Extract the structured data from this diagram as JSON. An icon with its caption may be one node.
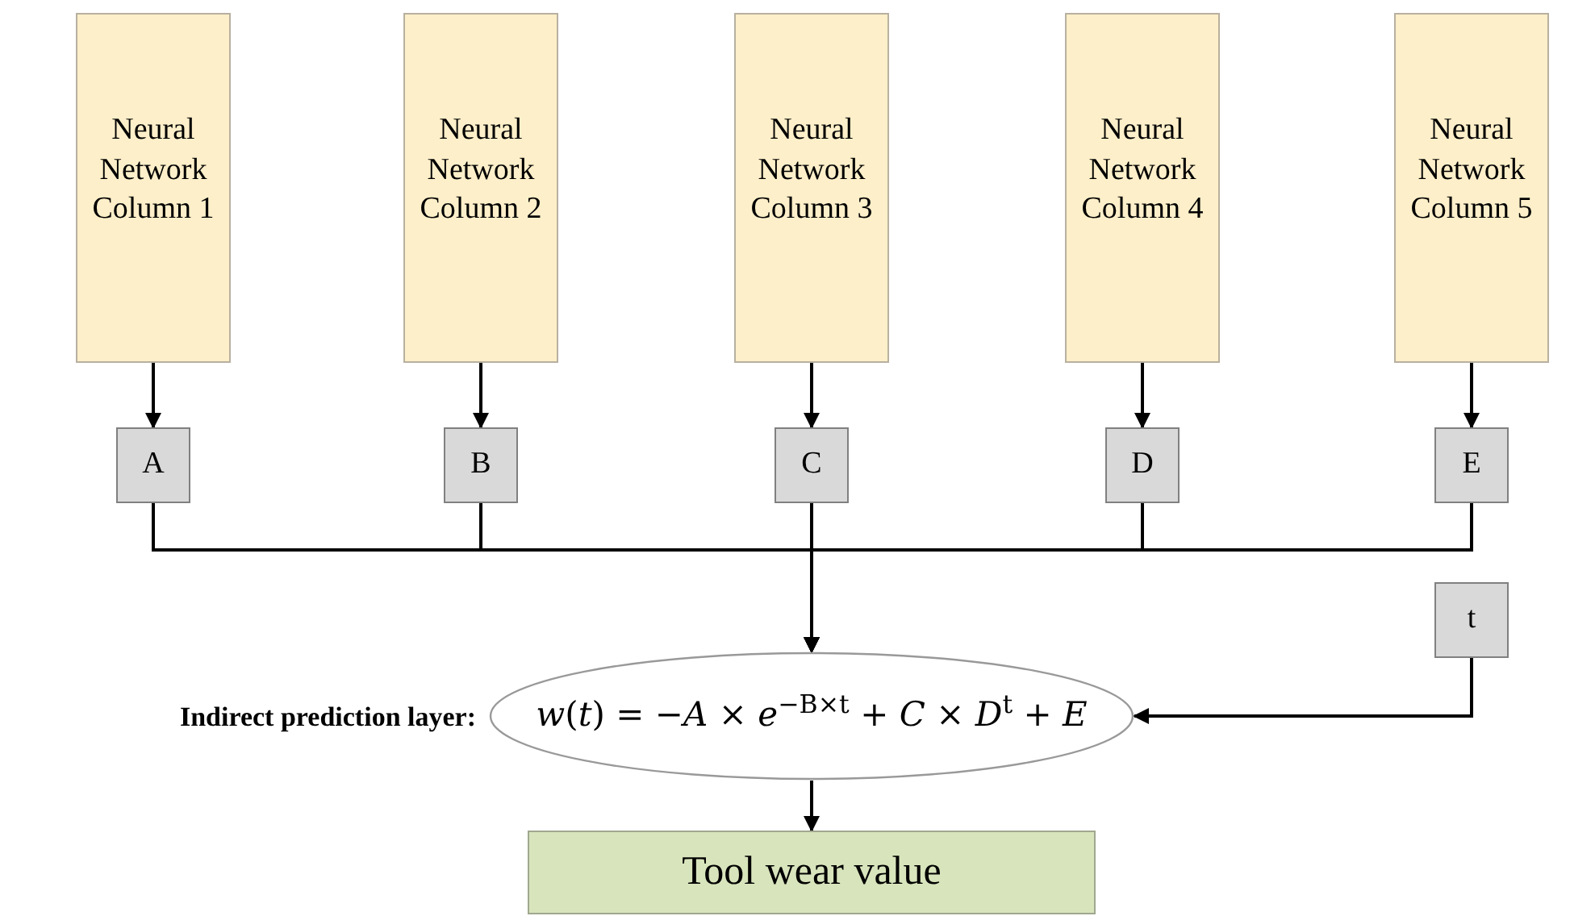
{
  "diagram": {
    "nodes": [
      {
        "text": [
          "Neural Network Column 1"
        ]
      },
      {
        "text": [
          "Neural Network Column 2"
        ]
      },
      {
        "text": [
          "Neural Network Column 3"
        ]
      },
      {
        "text": [
          "Neural Network Column 4"
        ]
      },
      {
        "text": [
          "Neural Network Column 5"
        ]
      },
      {
        "text": [
          "A"
        ]
      },
      {
        "text": [
          "B"
        ]
      },
      {
        "text": [
          "C"
        ]
      },
      {
        "text": [
          "D"
        ]
      },
      {
        "text": [
          "E"
        ]
      },
      {
        "text": [
          "t"
        ]
      },
      {
        "text": [
          "*w*(*t*) = −*A* × *e*$^{−B×t}$ + *C* × *D*$^{t}$ + *E*"
        ],
        "beside": [
          "Indirect prediction layer:"
        ]
      },
      {
        "text": [
          "Tool wear value"
        ]
      }
    ],
    "edges": [
      {
        "from": 0,
        "to": 5,
        "arrow": "to"
      },
      {
        "from": 1,
        "to": 6,
        "arrow": "to"
      },
      {
        "from": 2,
        "to": 7,
        "arrow": "to"
      },
      {
        "from": 3,
        "to": 8,
        "arrow": "to"
      },
      {
        "from": 4,
        "to": 9,
        "arrow": "to"
      },
      {
        "from": 5,
        "to": 11,
        "arrow": "to"
      },
      {
        "from": 6,
        "to": 11,
        "arrow": "to"
      },
      {
        "from": 7,
        "to": 11,
        "arrow": "to"
      },
      {
        "from": 8,
        "to": 11,
        "arrow": "to"
      },
      {
        "from": 9,
        "to": 11,
        "arrow": "to"
      },
      {
        "from": 10,
        "to": 11,
        "arrow": "to"
      },
      {
        "from": 11,
        "to": 12,
        "arrow": "to"
      }
    ]
  }
}
